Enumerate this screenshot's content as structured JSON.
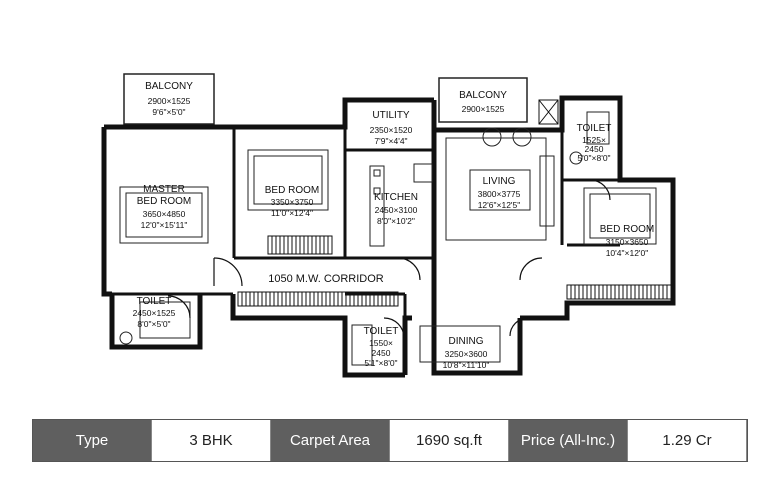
{
  "rooms": {
    "balcony_left": {
      "name": "BALCONY",
      "dim1": "2900×1525",
      "dim2": "9'6\"×5'0\""
    },
    "balcony_right": {
      "name": "BALCONY",
      "dim1": "2900×1525"
    },
    "utility": {
      "name": "UTILITY",
      "dim1": "2350×1520",
      "dim2": "7'9\"×4'4\""
    },
    "toilet_top_right": {
      "name": "TOILET",
      "dim1": "1525×",
      "dim2": "2450",
      "dim3": "5'0\"×8'0\""
    },
    "master_bedroom": {
      "name1": "MASTER",
      "name2": "BED ROOM",
      "dim1": "3650×4850",
      "dim2": "12'0\"×15'11\""
    },
    "bedroom_2": {
      "name": "BED ROOM",
      "dim1": "3350×3750",
      "dim2": "11'0\"×12'4\""
    },
    "kitchen": {
      "name": "KITCHEN",
      "dim1": "2450×3100",
      "dim2": "8'0\"×10'2\""
    },
    "living": {
      "name": "LIVING",
      "dim1": "3800×3775",
      "dim2": "12'6\"×12'5\""
    },
    "bedroom_3": {
      "name": "BED ROOM",
      "dim1": "3150×3650",
      "dim2": "10'4\"×12'0\""
    },
    "corridor": {
      "name": "1050 M.W. CORRIDOR"
    },
    "toilet_left": {
      "name": "TOILET",
      "dim1": "2450×1525",
      "dim2": "8'0\"×5'0\""
    },
    "toilet_center": {
      "name": "TOILET",
      "dim1": "1550×",
      "dim2": "2450",
      "dim3": "5'1\"×8'0\""
    },
    "dining": {
      "name": "DINING",
      "dim1": "3250×3600",
      "dim2": "10'8\"×11'10\""
    }
  },
  "info": {
    "type_label": "Type",
    "type_value": "3 BHK",
    "area_label": "Carpet Area",
    "area_value": "1690 sq.ft",
    "price_label": "Price (All-Inc.)",
    "price_value": "1.29 Cr"
  },
  "colors": {
    "wall": "#111111",
    "header_bg": "#5f5f5f",
    "header_text": "#ffffff"
  }
}
